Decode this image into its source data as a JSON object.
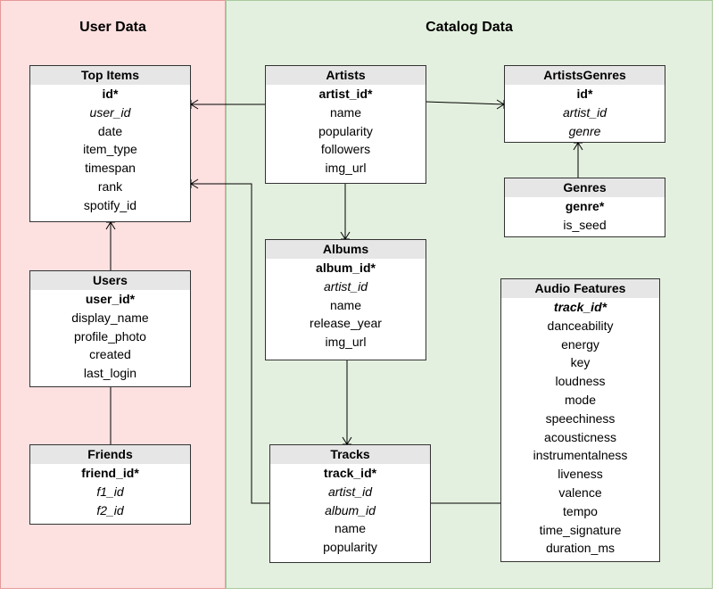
{
  "regions": {
    "user": {
      "title": "User Data"
    },
    "catalog": {
      "title": "Catalog Data"
    }
  },
  "entities": {
    "top_items": {
      "title": "Top Items",
      "attributes": [
        {
          "text": "id*",
          "style": "pk"
        },
        {
          "text": "user_id",
          "style": "fk"
        },
        {
          "text": "date",
          "style": ""
        },
        {
          "text": "item_type",
          "style": ""
        },
        {
          "text": "timespan",
          "style": ""
        },
        {
          "text": "rank",
          "style": ""
        },
        {
          "text": "spotify_id",
          "style": ""
        }
      ]
    },
    "users": {
      "title": "Users",
      "attributes": [
        {
          "text": "user_id*",
          "style": "pk"
        },
        {
          "text": "display_name",
          "style": ""
        },
        {
          "text": "profile_photo",
          "style": ""
        },
        {
          "text": "created",
          "style": ""
        },
        {
          "text": "last_login",
          "style": ""
        }
      ]
    },
    "friends": {
      "title": "Friends",
      "attributes": [
        {
          "text": "friend_id*",
          "style": "pk"
        },
        {
          "text": "f1_id",
          "style": "fk"
        },
        {
          "text": "f2_id",
          "style": "fk"
        }
      ]
    },
    "artists": {
      "title": "Artists",
      "attributes": [
        {
          "text": "artist_id*",
          "style": "pk"
        },
        {
          "text": "name",
          "style": ""
        },
        {
          "text": "popularity",
          "style": ""
        },
        {
          "text": "followers",
          "style": ""
        },
        {
          "text": "img_url",
          "style": ""
        }
      ]
    },
    "artists_genres": {
      "title": "ArtistsGenres",
      "attributes": [
        {
          "text": "id*",
          "style": "pk"
        },
        {
          "text": "artist_id",
          "style": "fk"
        },
        {
          "text": "genre",
          "style": "fk"
        }
      ]
    },
    "genres": {
      "title": "Genres",
      "attributes": [
        {
          "text": "genre*",
          "style": "pk"
        },
        {
          "text": "is_seed",
          "style": ""
        }
      ]
    },
    "albums": {
      "title": "Albums",
      "attributes": [
        {
          "text": "album_id*",
          "style": "pk"
        },
        {
          "text": "artist_id",
          "style": "fk"
        },
        {
          "text": "name",
          "style": ""
        },
        {
          "text": "release_year",
          "style": ""
        },
        {
          "text": "img_url",
          "style": ""
        }
      ]
    },
    "tracks": {
      "title": "Tracks",
      "attributes": [
        {
          "text": "track_id*",
          "style": "pk"
        },
        {
          "text": "artist_id",
          "style": "fk"
        },
        {
          "text": "album_id",
          "style": "fk"
        },
        {
          "text": "name",
          "style": ""
        },
        {
          "text": "popularity",
          "style": ""
        }
      ]
    },
    "audio_features": {
      "title": "Audio Features",
      "attributes": [
        {
          "text": "track_id*",
          "style": "pk fk"
        },
        {
          "text": "danceability",
          "style": ""
        },
        {
          "text": "energy",
          "style": ""
        },
        {
          "text": "key",
          "style": ""
        },
        {
          "text": "loudness",
          "style": ""
        },
        {
          "text": "mode",
          "style": ""
        },
        {
          "text": "speechiness",
          "style": ""
        },
        {
          "text": "acousticness",
          "style": ""
        },
        {
          "text": "instrumentalness",
          "style": ""
        },
        {
          "text": "liveness",
          "style": ""
        },
        {
          "text": "valence",
          "style": ""
        },
        {
          "text": "tempo",
          "style": ""
        },
        {
          "text": "time_signature",
          "style": ""
        },
        {
          "text": "duration_ms",
          "style": ""
        }
      ]
    }
  }
}
